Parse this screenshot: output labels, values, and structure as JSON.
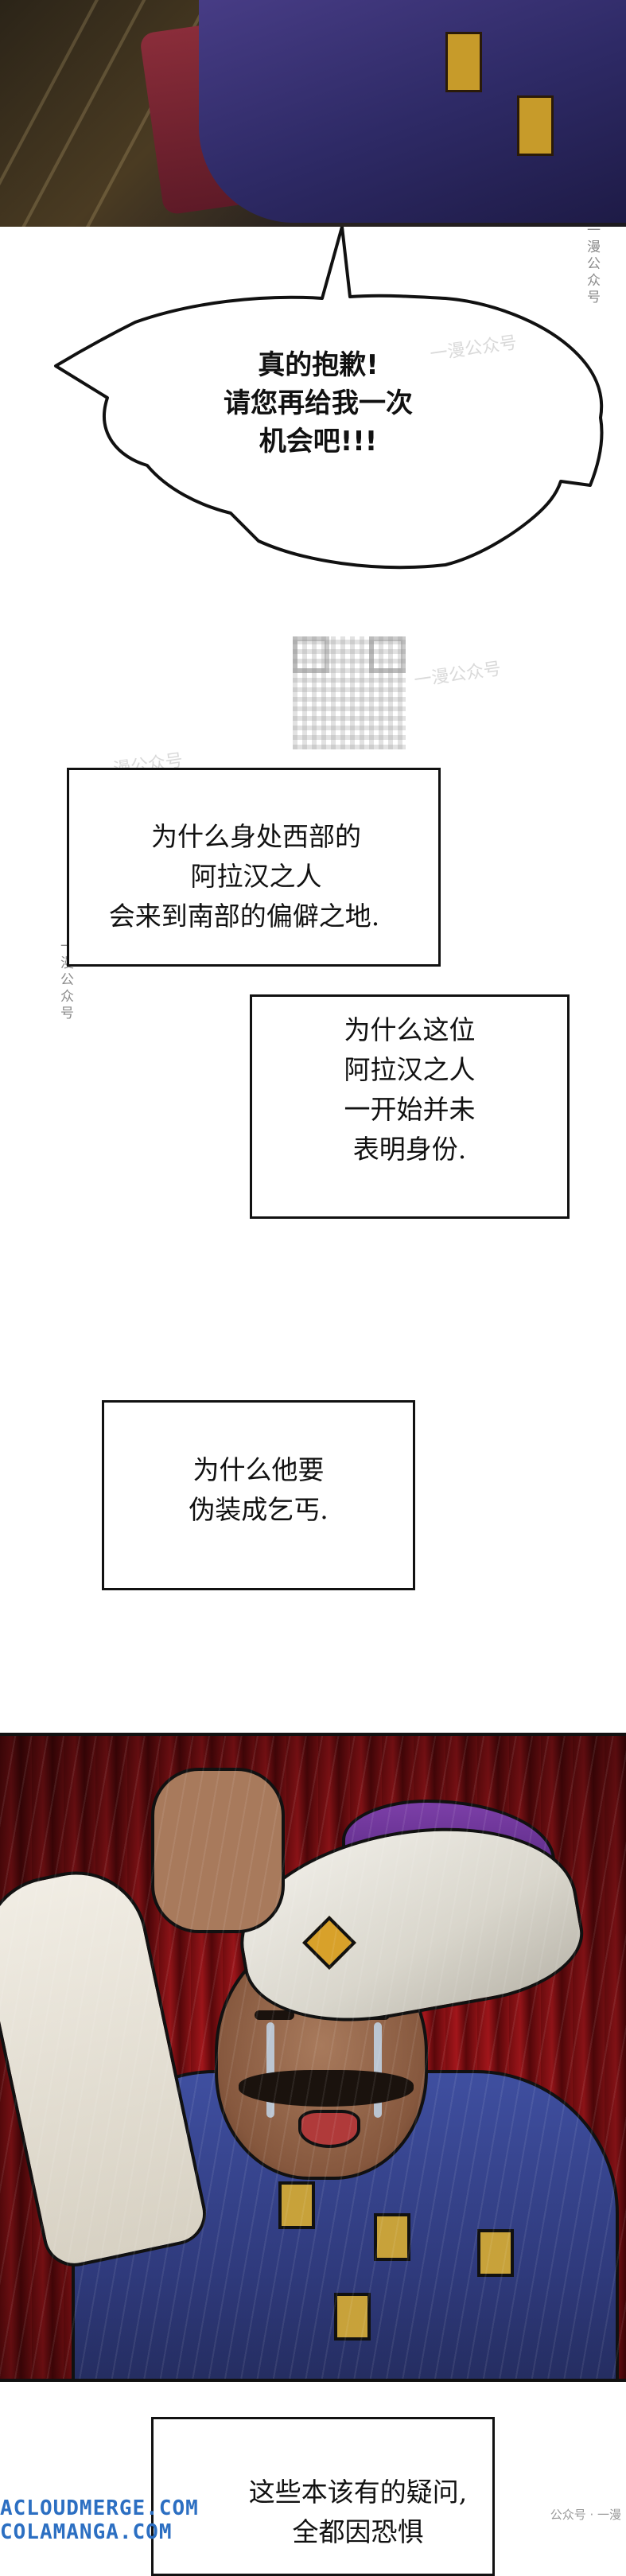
{
  "bubble": {
    "lines": [
      "真的抱歉!",
      "请您再给我一次",
      "机会吧!!!"
    ]
  },
  "watermark": {
    "vertical_1": "一漫公众号",
    "vertical_2": "一漫公众号"
  },
  "narration_1": {
    "lines": [
      "为什么身处西部的",
      "阿拉汉之人",
      "会来到南部的偏僻之地."
    ]
  },
  "narration_2": {
    "lines": [
      "为什么这位",
      "阿拉汉之人",
      "一开始并未",
      "表明身份."
    ]
  },
  "narration_3": {
    "lines": [
      "为什么他要",
      "伪装成乞丐."
    ]
  },
  "narration_4": {
    "lines": [
      "这些本该有的疑问,",
      "全都因恐惧"
    ]
  },
  "footer": {
    "source_1": "ACLOUDMERGE.COM",
    "source_2": "COLAMANGA.COM",
    "wechat": "公众号 · 一漫"
  },
  "colors": {
    "ink": "#111111",
    "page": "#ffffff",
    "curtain": "#a3161b",
    "robe": "#3f4fa0",
    "footer_link": "#2c6fc2"
  }
}
